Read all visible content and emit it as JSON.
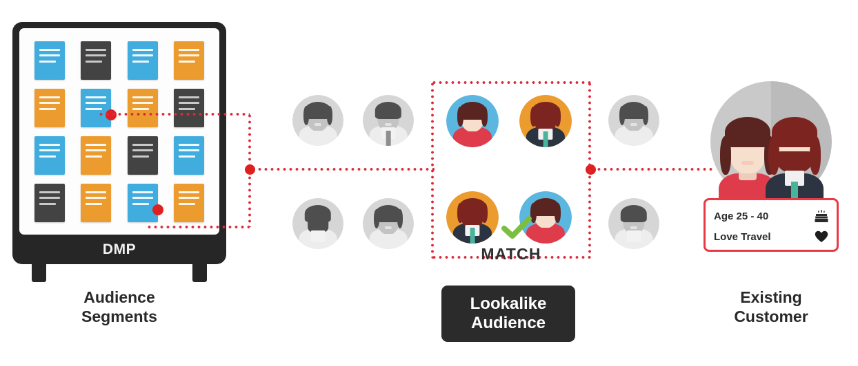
{
  "diagram": {
    "title": "Lookalike Audience Matching",
    "colors": {
      "card_blue": "#41ADDF",
      "card_orange": "#EC9B2F",
      "card_dark": "#434343",
      "connector_red": "#DC2C3C",
      "node_red": "#E02020",
      "check_green": "#7BBE42",
      "pill_dark": "#2B2B2B",
      "trait_border_red": "#E83946",
      "gray_avatar": "#D6D6D6"
    }
  },
  "dmp": {
    "screen_label": "DMP",
    "caption_line1": "Audience",
    "caption_line2": "Segments",
    "cards": [
      {
        "row": 1,
        "col": 1,
        "color": "blue",
        "selected": false
      },
      {
        "row": 1,
        "col": 2,
        "color": "dark",
        "selected": false
      },
      {
        "row": 1,
        "col": 3,
        "color": "blue",
        "selected": false
      },
      {
        "row": 1,
        "col": 4,
        "color": "orange",
        "selected": false
      },
      {
        "row": 2,
        "col": 1,
        "color": "orange",
        "selected": false
      },
      {
        "row": 2,
        "col": 2,
        "color": "blue",
        "selected": true
      },
      {
        "row": 2,
        "col": 3,
        "color": "orange",
        "selected": false
      },
      {
        "row": 2,
        "col": 4,
        "color": "dark",
        "selected": false
      },
      {
        "row": 3,
        "col": 1,
        "color": "blue",
        "selected": false
      },
      {
        "row": 3,
        "col": 2,
        "color": "orange",
        "selected": false
      },
      {
        "row": 3,
        "col": 3,
        "color": "dark",
        "selected": false
      },
      {
        "row": 3,
        "col": 4,
        "color": "blue",
        "selected": false
      },
      {
        "row": 4,
        "col": 1,
        "color": "dark",
        "selected": false
      },
      {
        "row": 4,
        "col": 2,
        "color": "orange",
        "selected": false
      },
      {
        "row": 4,
        "col": 3,
        "color": "blue",
        "selected": true
      },
      {
        "row": 4,
        "col": 4,
        "color": "orange",
        "selected": false
      }
    ]
  },
  "lookalike": {
    "pill_line1": "Lookalike",
    "pill_line2": "Audience",
    "match_label": "MATCH",
    "check_icon": "check-icon",
    "matched_avatars": [
      {
        "position": "top-left",
        "gender": "female",
        "circle_color": "#5BB7E0"
      },
      {
        "position": "top-right",
        "gender": "male",
        "circle_color": "#EC9B2F"
      },
      {
        "position": "bottom-left",
        "gender": "male",
        "circle_color": "#EC9B2F"
      },
      {
        "position": "bottom-right",
        "gender": "female",
        "circle_color": "#5BB7E0"
      }
    ],
    "unmatched_avatars": [
      {
        "position": "left-top",
        "gender": "female"
      },
      {
        "position": "left-top-2",
        "gender": "male"
      },
      {
        "position": "left-bottom",
        "gender": "male"
      },
      {
        "position": "left-bottom-2",
        "gender": "female"
      },
      {
        "position": "right-top",
        "gender": "female"
      },
      {
        "position": "right-bottom",
        "gender": "male"
      }
    ]
  },
  "customer": {
    "caption_line1": "Existing",
    "caption_line2": "Customer",
    "traits": [
      {
        "label": "Age 25 - 40",
        "icon": "cake-icon",
        "glyph": "\u0001"
      },
      {
        "label": "Love Travel",
        "icon": "heart-icon",
        "glyph": "♥"
      }
    ]
  }
}
